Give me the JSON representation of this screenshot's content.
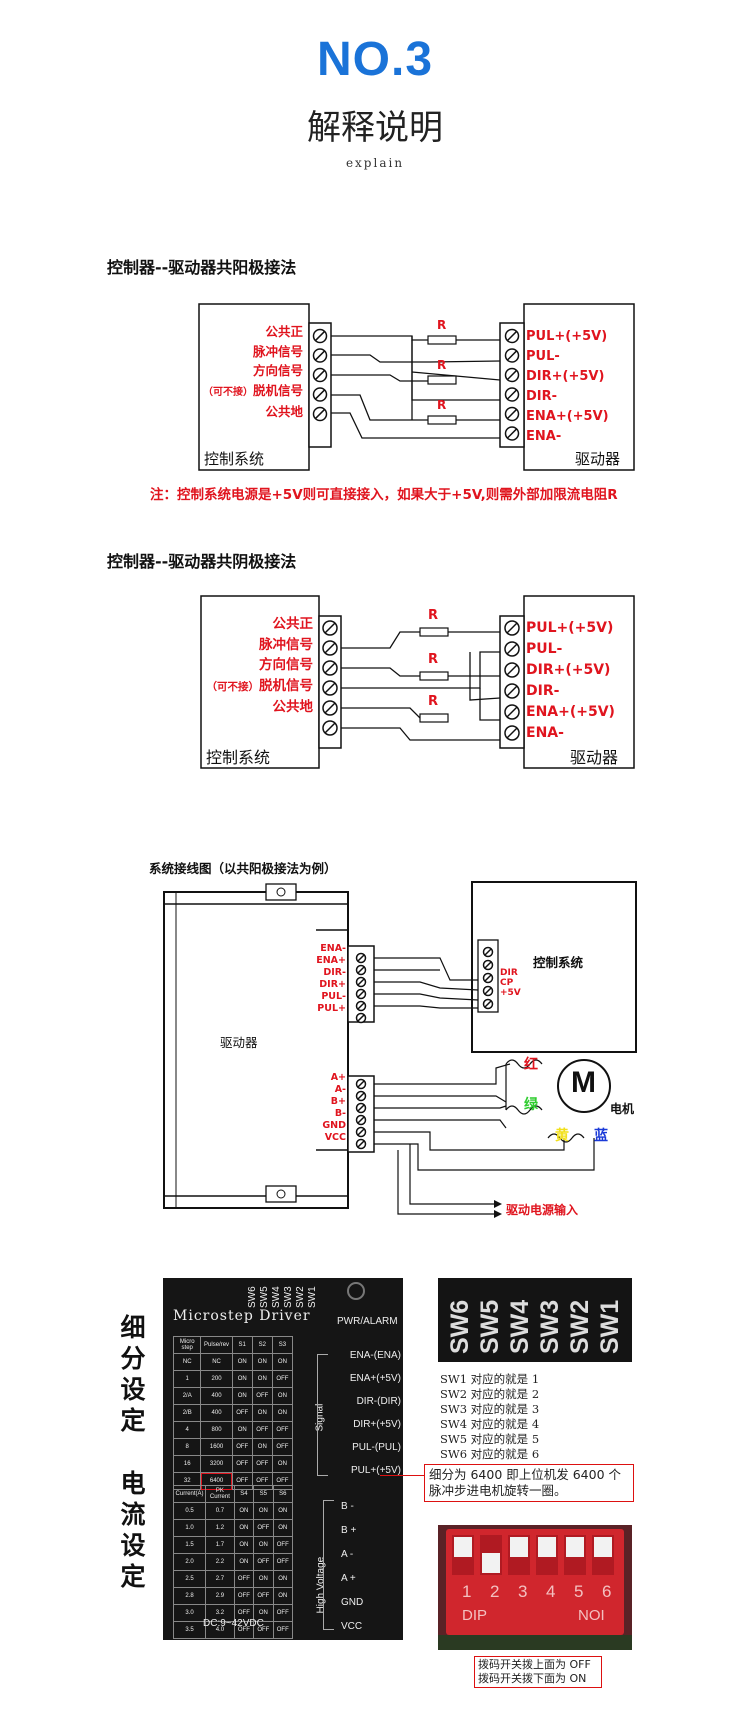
{
  "header": {
    "no": "NO.3",
    "title": "解释说明",
    "subtitle": "explain"
  },
  "diagram1": {
    "title": "控制器--驱动器共阳极接法",
    "controller_label": "控制系统",
    "driver_label": "驱动器",
    "controller_pins": [
      "公共正",
      "脉冲信号",
      "方向信号",
      "脱机信号",
      "公共地"
    ],
    "optional_prefix": "（可不接）",
    "driver_pins": [
      "PUL+(+5V)",
      "PUL-",
      "DIR+(+5V)",
      "DIR-",
      "ENA+(+5V)",
      "ENA-"
    ],
    "resistor": "R",
    "note": "注：控制系统电源是+5V则可直接接入，如果大于+5V,则需外部加限流电阻R"
  },
  "diagram2": {
    "title": "控制器--驱动器共阴极接法",
    "controller_label": "控制系统",
    "driver_label": "驱动器",
    "controller_pins": [
      "公共正",
      "脉冲信号",
      "方向信号",
      "脱机信号",
      "公共地"
    ],
    "optional_prefix": "（可不接）",
    "driver_pins": [
      "PUL+(+5V)",
      "PUL-",
      "DIR+(+5V)",
      "DIR-",
      "ENA+(+5V)",
      "ENA-"
    ],
    "resistor": "R"
  },
  "wiring": {
    "title": "系统接线图（以共阳极接法为例）",
    "driver_label": "驱动器",
    "controller_label": "控制系统",
    "signal_pins": [
      "ENA-",
      "ENA+",
      "DIR-",
      "DIR+",
      "PUL-",
      "PUL+"
    ],
    "controller_pins": [
      "DIR",
      "CP",
      "+5V"
    ],
    "motor_pins": [
      "A+",
      "A-",
      "B+",
      "B-",
      "GND",
      "VCC"
    ],
    "motor_symbol": "M",
    "motor_label": "电机",
    "wire_red": "红",
    "wire_green": "绿",
    "wire_yellow": "黄",
    "wire_blue": "蓝",
    "power_label": "驱动电源输入"
  },
  "settings": {
    "microstep_label": "细分设定",
    "current_label": "电流设定",
    "panel": {
      "title": "Microstep Driver",
      "sw_labels": [
        "SW6",
        "SW5",
        "SW4",
        "SW3",
        "SW2",
        "SW1"
      ],
      "pwr_alarm": "PWR/ALARM",
      "micro_headers": [
        "Micro step",
        "Pulse/rev",
        "S1",
        "S2",
        "S3"
      ],
      "micro_rows": [
        [
          "NC",
          "NC",
          "ON",
          "ON",
          "ON"
        ],
        [
          "1",
          "200",
          "ON",
          "ON",
          "OFF"
        ],
        [
          "2/A",
          "400",
          "ON",
          "OFF",
          "ON"
        ],
        [
          "2/B",
          "400",
          "OFF",
          "ON",
          "ON"
        ],
        [
          "4",
          "800",
          "ON",
          "OFF",
          "OFF"
        ],
        [
          "8",
          "1600",
          "OFF",
          "ON",
          "OFF"
        ],
        [
          "16",
          "3200",
          "OFF",
          "OFF",
          "ON"
        ],
        [
          "32",
          "6400",
          "OFF",
          "OFF",
          "OFF"
        ]
      ],
      "current_headers": [
        "Current(A)",
        "PK Current",
        "S4",
        "S5",
        "S6"
      ],
      "current_rows": [
        [
          "0.5",
          "0.7",
          "ON",
          "ON",
          "ON"
        ],
        [
          "1.0",
          "1.2",
          "ON",
          "OFF",
          "ON"
        ],
        [
          "1.5",
          "1.7",
          "ON",
          "ON",
          "OFF"
        ],
        [
          "2.0",
          "2.2",
          "ON",
          "OFF",
          "OFF"
        ],
        [
          "2.5",
          "2.7",
          "OFF",
          "ON",
          "ON"
        ],
        [
          "2.8",
          "2.9",
          "OFF",
          "OFF",
          "ON"
        ],
        [
          "3.0",
          "3.2",
          "OFF",
          "ON",
          "OFF"
        ],
        [
          "3.5",
          "4.0",
          "OFF",
          "OFF",
          "OFF"
        ]
      ],
      "signal_pins": [
        "ENA-(ENA)",
        "ENA+(+5V)",
        "DIR-(DIR)",
        "DIR+(+5V)",
        "PUL-(PUL)",
        "PUL+(+5V)"
      ],
      "signal_label": "Signal",
      "hv_pins": [
        "B -",
        "B +",
        "A -",
        "A +",
        "GND",
        "VCC"
      ],
      "hv_label": "High Voltage",
      "dc": "DC:9~42VDC"
    },
    "sw_photo_labels": [
      "SW6",
      "SW5",
      "SW4",
      "SW3",
      "SW2",
      "SW1"
    ],
    "sw_mapping": [
      "SW1 对应的就是 1",
      "SW2 对应的就是 2",
      "SW3 对应的就是 3",
      "SW4 对应的就是 4",
      "SW5 对应的就是 5",
      "SW6 对应的就是 6"
    ],
    "subdivision_note": "细分为 6400 即上位机发 6400 个脉冲步进电机旋转一圈。",
    "dip_numbers": [
      "1",
      "2",
      "3",
      "4",
      "5",
      "6"
    ],
    "dip_left": "DIP",
    "dip_right": "NOI",
    "dip_note_off": "拨码开关拨上面为 OFF",
    "dip_note_on": "拨码开关拨下面为 ON"
  }
}
